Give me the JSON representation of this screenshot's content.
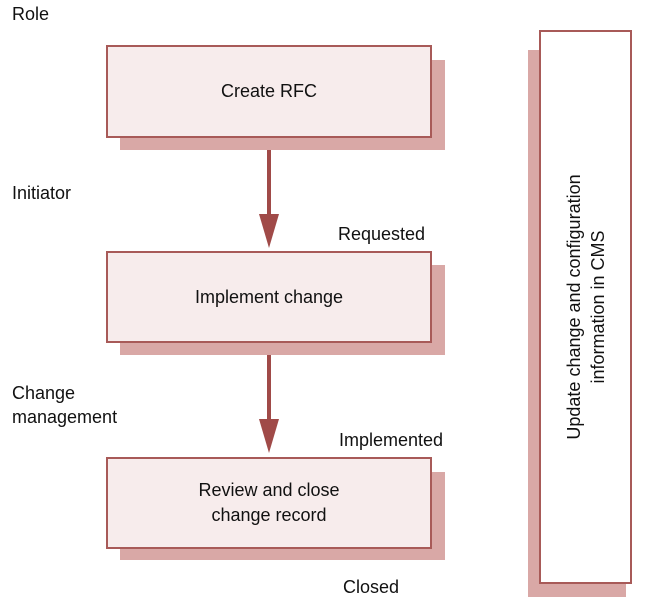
{
  "roles": {
    "header": "Role",
    "initiator": "Initiator",
    "change_management_line1": "Change",
    "change_management_line2": "management"
  },
  "steps": [
    {
      "label": "Create RFC"
    },
    {
      "label": "Implement change"
    },
    {
      "label_line1": "Review and close",
      "label_line2": "change record"
    }
  ],
  "states": {
    "requested": "Requested",
    "implemented": "Implemented",
    "closed": "Closed"
  },
  "side_activity": {
    "line1": "Update change and configuration",
    "line2": "information in CMS"
  },
  "colors": {
    "box_fill": "#f7ecec",
    "box_border": "#a85a58",
    "shadow": "#d9a8a6",
    "arrow": "#a04a48"
  }
}
